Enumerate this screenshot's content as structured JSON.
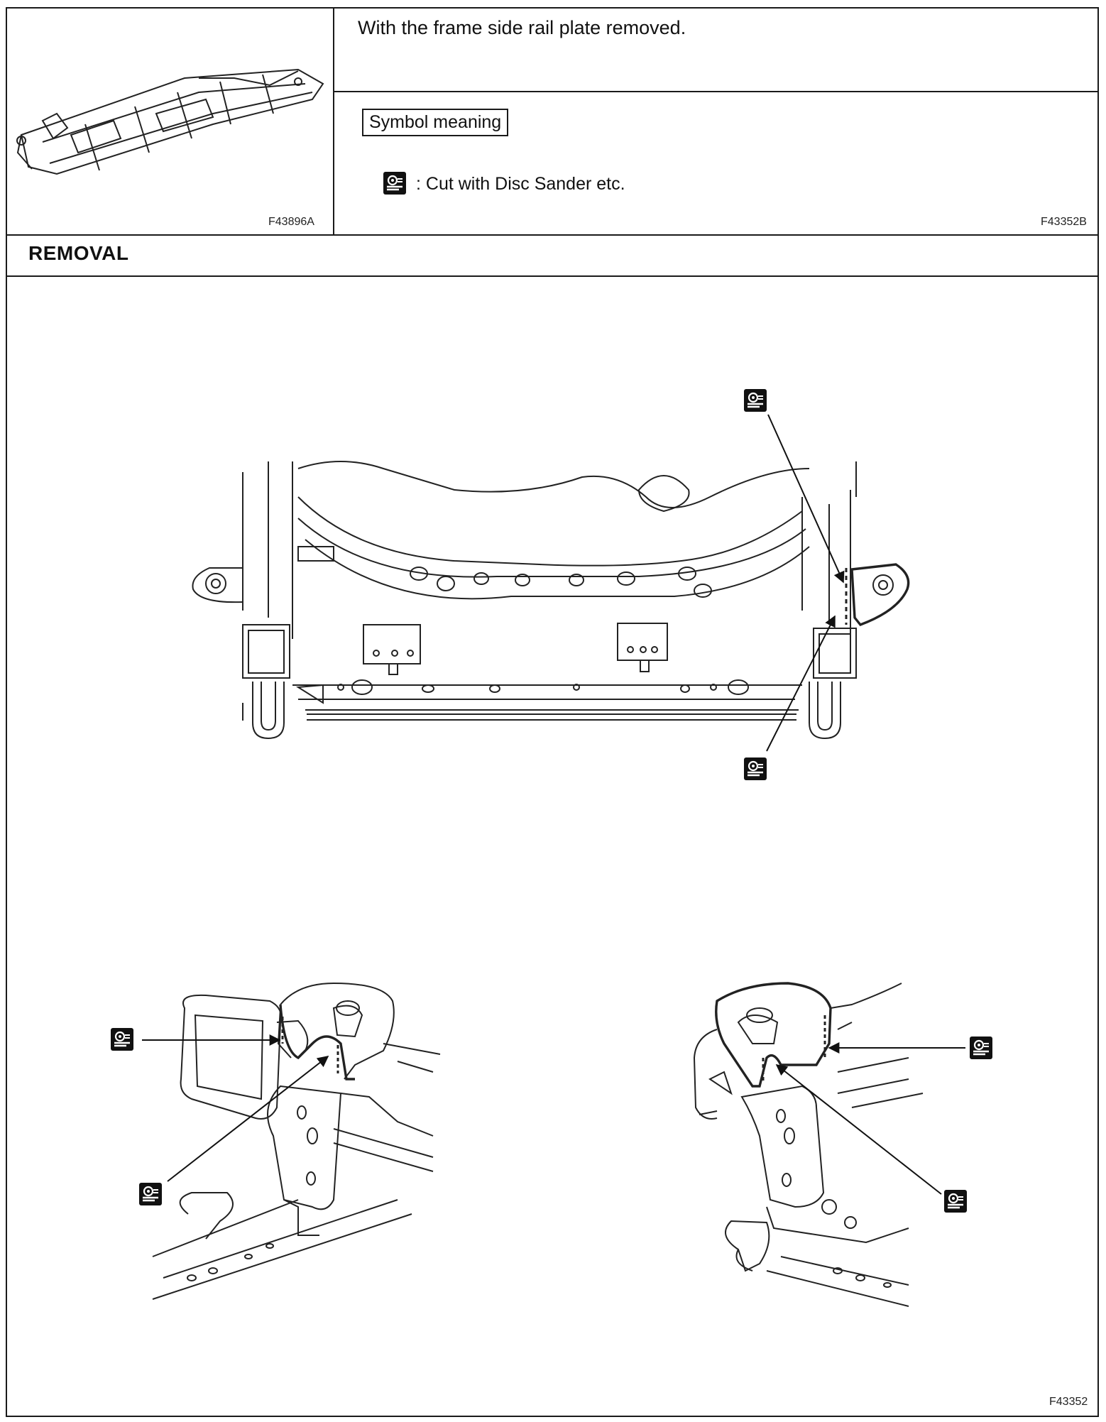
{
  "header": {
    "note": "With the frame side rail plate removed.",
    "legend_title": "Symbol meaning",
    "legend_description": ": Cut with Disc Sander etc.",
    "thumbnail_id": "F43896A",
    "legend_panel_id": "F43352B"
  },
  "section": {
    "title": "REMOVAL"
  },
  "figure": {
    "id": "F43352"
  },
  "icons": {
    "cut_symbol": "disc-sander-cut-icon"
  }
}
